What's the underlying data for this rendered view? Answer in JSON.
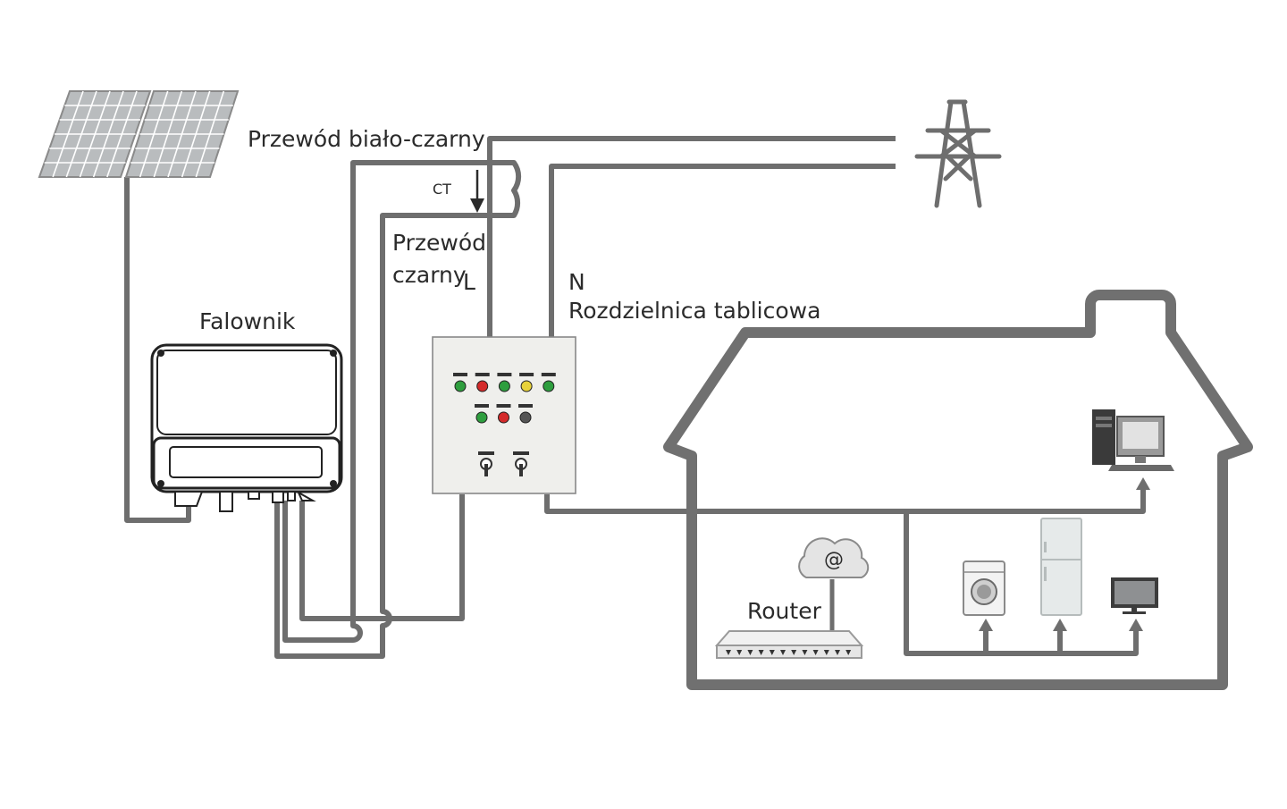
{
  "labels": {
    "cable_white_black": "Przewód biało-czarny",
    "ct": "CT",
    "cable_black_line1": "Przewód",
    "cable_black_line2": "czarny",
    "phase": "L",
    "neutral": "N",
    "switchboard": "Rozdzielnica tablicowa",
    "inverter": "Falownik",
    "router": "Router",
    "internet_symbol": "@"
  },
  "colors": {
    "wire": "#6e6e6e",
    "house": "#707070",
    "panel_frame": "#8a8a8a",
    "panel_cell": "#b9bcbe",
    "led_green": "#2e9e3e",
    "led_red": "#d42a2a",
    "led_yellow": "#e8d23a",
    "led_gray": "#555555",
    "switchboard_fill": "#efefec",
    "text": "#2b2b2b"
  },
  "switchboard": {
    "led_row_1": [
      "green",
      "red",
      "green",
      "yellow",
      "green"
    ],
    "led_row_2": [
      "green",
      "red",
      "gray"
    ]
  },
  "icons": [
    "solar-panel-icon",
    "power-tower-icon",
    "inverter-icon",
    "switchboard-icon",
    "computer-icon",
    "cloud-icon",
    "router-icon",
    "washing-machine-icon",
    "fridge-icon",
    "tv-icon"
  ]
}
